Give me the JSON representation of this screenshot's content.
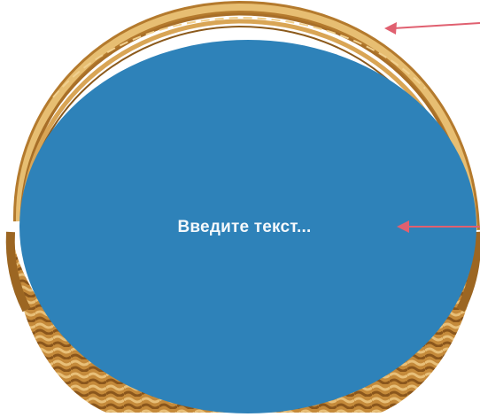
{
  "shape": {
    "placeholder_text": "Введите текст...",
    "fill_color": "#2e82b9",
    "text_color": "#f4f8fb"
  },
  "background_image": {
    "icon": "wicker-basket"
  },
  "annotations": {
    "arrow_color": "#e06070",
    "arrows": [
      {
        "icon": "arrow-left-icon",
        "points_to": "basket-handle"
      },
      {
        "icon": "arrow-left-icon",
        "points_to": "shape-text"
      }
    ]
  }
}
